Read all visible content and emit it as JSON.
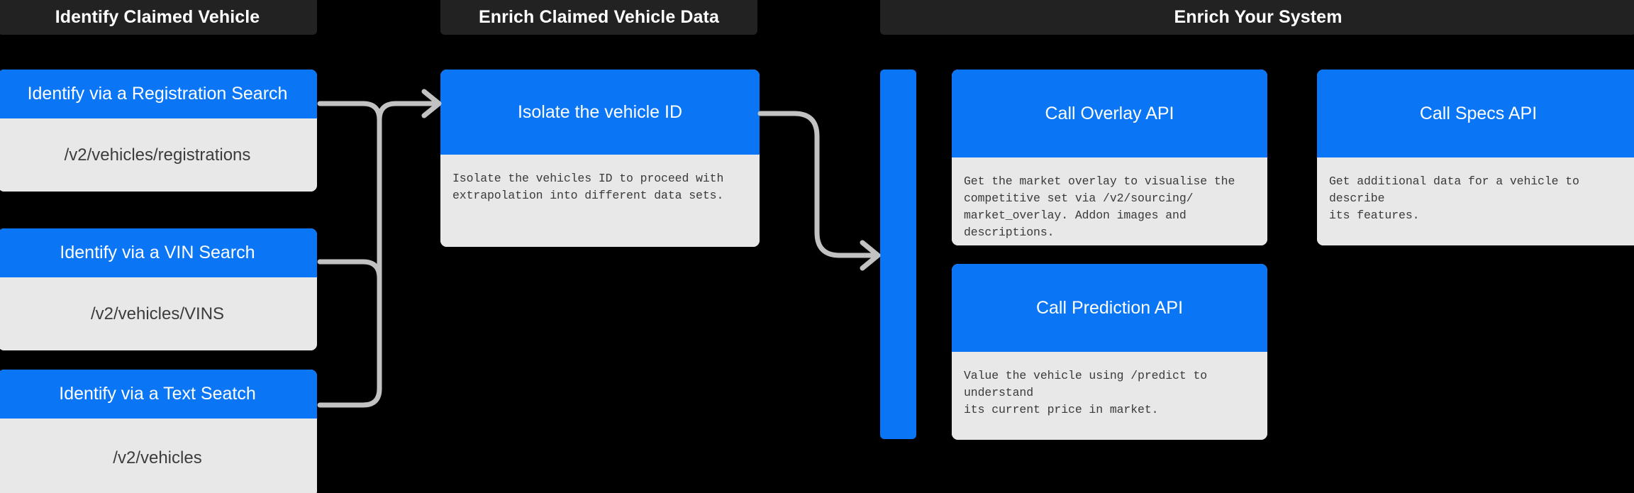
{
  "diagram": {
    "background_color": "#000000",
    "accent_color": "#0a76f6",
    "card_body_color": "#e8e8e8",
    "header_band_color": "#222222",
    "connector_color": "#c2c2c2"
  },
  "lanes": [
    {
      "id": "identify-claimed-vehicle",
      "title": "Identify Claimed Vehicle"
    },
    {
      "id": "enrich-claimed-vehicle-data",
      "title": "Enrich Claimed Vehicle Data"
    },
    {
      "id": "enrich-your-system",
      "title": "Enrich Your System"
    }
  ],
  "cards": [
    {
      "id": "identify-registration-search",
      "title": "Identify via a Registration Search",
      "body": "/v2/vehicles/registrations",
      "body_style": "endpoint"
    },
    {
      "id": "identify-vin-search",
      "title": "Identify via a VIN Search",
      "body": "/v2/vehicles/VINS",
      "body_style": "endpoint"
    },
    {
      "id": "identify-text-search",
      "title": "Identify via a Text Seatch",
      "body": "/v2/vehicles",
      "body_style": "endpoint"
    },
    {
      "id": "isolate-vehicle-id",
      "title": "Isolate the vehicle ID",
      "body": "Isolate the vehicles ID to proceed with\nextrapolation into different data sets.",
      "body_style": "description"
    },
    {
      "id": "call-overlay-api",
      "title": "Call Overlay API",
      "body": "Get the market overlay to visualise the\ncompetitive set via /v2/sourcing/\nmarket_overlay. Addon images and descriptions.",
      "body_style": "description"
    },
    {
      "id": "call-prediction-api",
      "title": "Call Prediction API",
      "body": "Value the vehicle using /predict to understand\nits current price in market.",
      "body_style": "description"
    },
    {
      "id": "call-specs-api",
      "title": "Call Specs API",
      "body": "Get additional data for a vehicle to describe\nits features.",
      "body_style": "description"
    }
  ]
}
